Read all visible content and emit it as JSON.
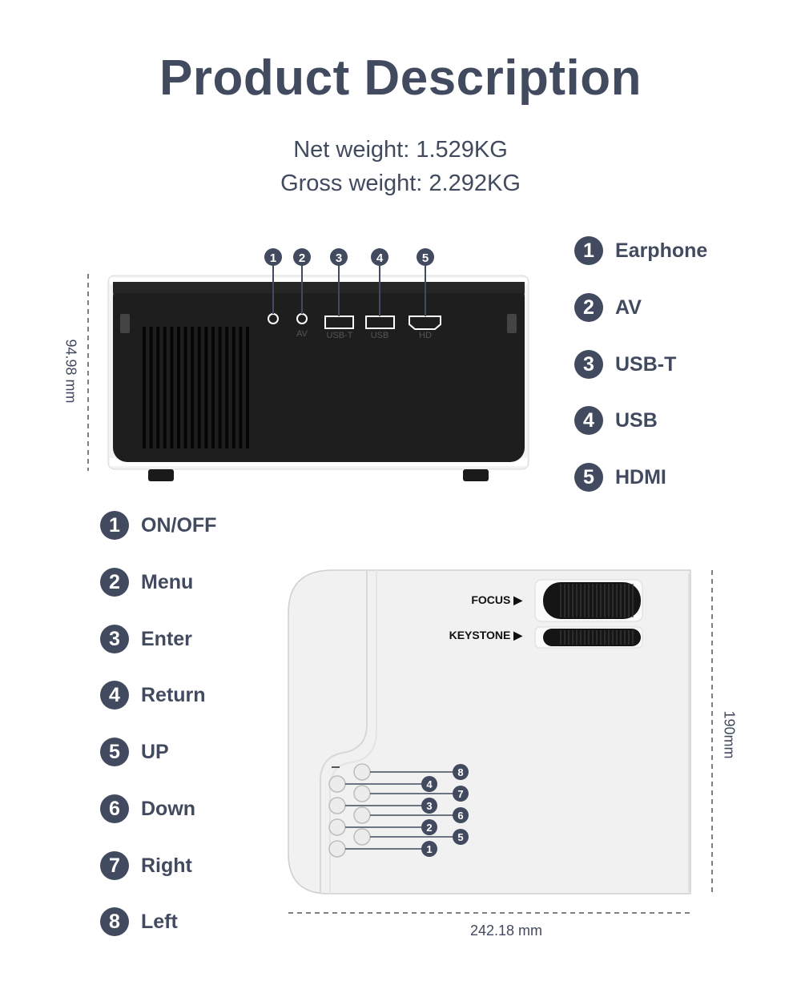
{
  "title": "Product Description",
  "net_weight": "Net weight: 1.529KG",
  "gross_weight": "Gross weight: 2.292KG",
  "back_ports": [
    {
      "num": "1",
      "label": "Earphone"
    },
    {
      "num": "2",
      "label": "AV"
    },
    {
      "num": "3",
      "label": "USB-T"
    },
    {
      "num": "4",
      "label": "USB"
    },
    {
      "num": "5",
      "label": "HDMI"
    }
  ],
  "port_print": [
    "AV",
    "USB-T",
    "USB",
    "HD"
  ],
  "top_buttons": [
    {
      "num": "1",
      "label": "ON/OFF"
    },
    {
      "num": "2",
      "label": "Menu"
    },
    {
      "num": "3",
      "label": "Enter"
    },
    {
      "num": "4",
      "label": "Return"
    },
    {
      "num": "5",
      "label": "UP"
    },
    {
      "num": "6",
      "label": "Down"
    },
    {
      "num": "7",
      "label": "Right"
    },
    {
      "num": "8",
      "label": "Left"
    }
  ],
  "dimensions": {
    "height": "94.98 mm",
    "depth": "190mm",
    "width": "242.18 mm"
  },
  "dial_labels": {
    "focus": "FOCUS ▶",
    "keystone": "KEYSTONE ▶"
  },
  "colors": {
    "primary": "#414a5e",
    "body_dark": "#1e1e1e",
    "body_light": "#f2f2f2"
  }
}
